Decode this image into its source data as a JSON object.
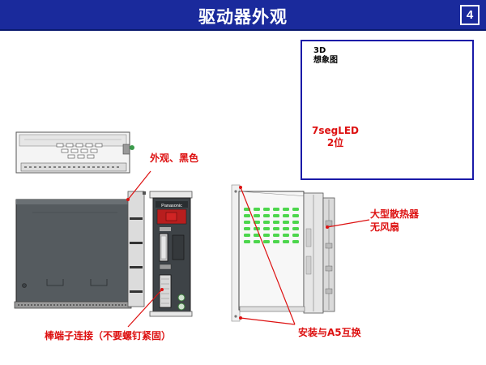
{
  "header": {
    "title": "驱动器外观",
    "page_number": "4"
  },
  "inset": {
    "title_line1": "3D",
    "title_line2": "想象图",
    "led_label_line1": "7segLED",
    "led_label_line2": "2位"
  },
  "callouts": {
    "appearance": "外观、黑色",
    "heatsink_line1": "大型散热器",
    "heatsink_line2": "无风扇",
    "terminal": "棒端子连接（不要螺钉紧固）",
    "mounting": "安装与A5互换"
  },
  "front_panel": {
    "brand": "Panasonic"
  },
  "colors": {
    "header": "#1a2a9c",
    "callout": "#dd1111",
    "inset_border": "#1a1aa8",
    "vent_green": "#4cd64c"
  }
}
